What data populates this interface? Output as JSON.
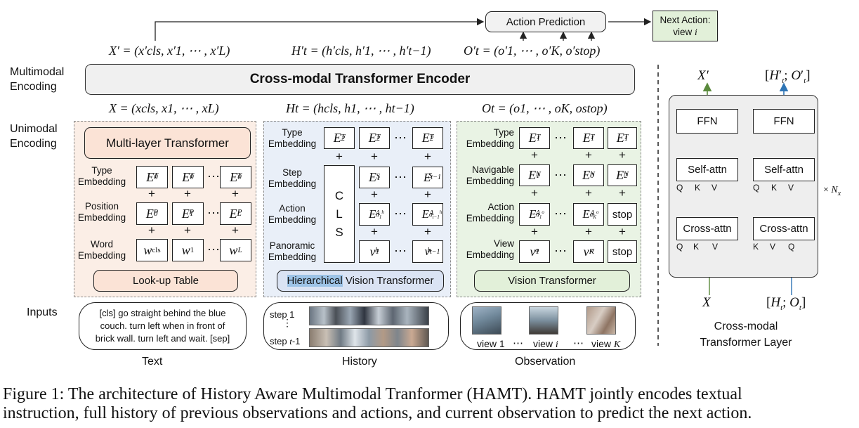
{
  "labels": {
    "multimodal_1": "Multimodal",
    "multimodal_2": "Encoding",
    "unimodal_1": "Unimodal",
    "unimodal_2": "Encoding",
    "inputs": "Inputs"
  },
  "top": {
    "action_prediction": "Action Prediction",
    "next_action_1": "Next Action:",
    "next_action_2": "view ",
    "next_action_i": "i",
    "x_prime": "X′ = (x′cls, x′1, ⋯ , x′L)",
    "h_prime": "H′t = (h′cls, h′1, ⋯ , h′t−1)",
    "o_prime": "O′t = (o′1, ⋯ , o′K, o′stop)"
  },
  "encoder": {
    "title": "Cross-modal Transformer Encoder"
  },
  "seq": {
    "x": "X = (xcls, x1, ⋯ , xL)",
    "h": "Ht = (hcls, h1, ⋯ , ht−1)",
    "o": "Ot = (o1, ⋯ , oK, ostop)"
  },
  "text_panel": {
    "transformer": "Multi-layer Transformer",
    "type_1": "Type",
    "type_2": "Embedding",
    "pos_1": "Position",
    "pos_2": "Embedding",
    "word_1": "Word",
    "word_2": "Embedding",
    "row1": [
      "E0T",
      "E0T",
      "E0T"
    ],
    "row2": [
      "E0P",
      "E1P",
      "ELP"
    ],
    "row3": [
      "wcls",
      "w1",
      "wL"
    ],
    "lookup": "Look-up Table"
  },
  "hist_panel": {
    "type_1": "Type",
    "type_2": "Embedding",
    "step_1": "Step",
    "step_2": "Embedding",
    "action_1": "Action",
    "action_2": "Embedding",
    "pano_1": "Panoramic",
    "pano_2": "Embedding",
    "cls": [
      "C",
      "L",
      "S"
    ],
    "row1": [
      "E2T",
      "E2T",
      "E2T"
    ],
    "row2": [
      "E1S",
      "Et−1S"
    ],
    "row3": [
      "Ea1hA",
      "Eat−1hA"
    ],
    "row4": [
      "v1h",
      "vt−1h"
    ],
    "hvt_highlight": "Hierarchical",
    "hvt_rest": " Vision Transformer"
  },
  "obs_panel": {
    "type_1": "Type",
    "type_2": "Embedding",
    "nav_1": "Navigable",
    "nav_2": "Embedding",
    "action_1": "Action",
    "action_2": "Embedding",
    "view_1": "View",
    "view_2": "Embedding",
    "row1": [
      "E1T",
      "E1T",
      "E1T"
    ],
    "row2": [
      "E1N",
      "E0N",
      "E2N"
    ],
    "row3": [
      "Ea1oA",
      "EaKoA",
      "stop"
    ],
    "row4": [
      "v1o",
      "vKo",
      "stop"
    ],
    "vt": "Vision Transformer"
  },
  "inputs": {
    "text_line1": "[cls] go straight behind the blue",
    "text_line2": "couch. turn left when in front of",
    "text_line3": "brick wall. turn left and wait. [sep]",
    "step1": "step 1",
    "step_t1": "step t-1",
    "view1": "view 1",
    "view_i": "view i",
    "view_k": "view K",
    "text_label": "Text",
    "history_label": "History",
    "observation_label": "Observation"
  },
  "layer": {
    "x_prime": "X′",
    "ho_prime": "[H′t; O′t]",
    "ffn": "FFN",
    "self_attn": "Self-attn",
    "cross_attn": "Cross-attn",
    "q": "Q",
    "k": "K",
    "v": "V",
    "times_n": "× Nx",
    "x": "X",
    "ho": "[Ht; Ot]",
    "title_1": "Cross-modal",
    "title_2": "Transformer Layer"
  },
  "caption": {
    "line1": "Figure 1: The architecture of History Aware Multimodal Tranformer (HAMT). HAMT jointly encodes textual",
    "line2": "instruction, full history of previous observations and actions, and current observation to predict the next action."
  },
  "colors": {
    "text_panel_bg": "#fbeee6",
    "hist_panel_bg": "#e9eff8",
    "obs_panel_bg": "#e9f3e4",
    "green_arrow": "#5a8a3c",
    "blue_arrow": "#2f75b5",
    "highlight": "#9dc3e6"
  }
}
